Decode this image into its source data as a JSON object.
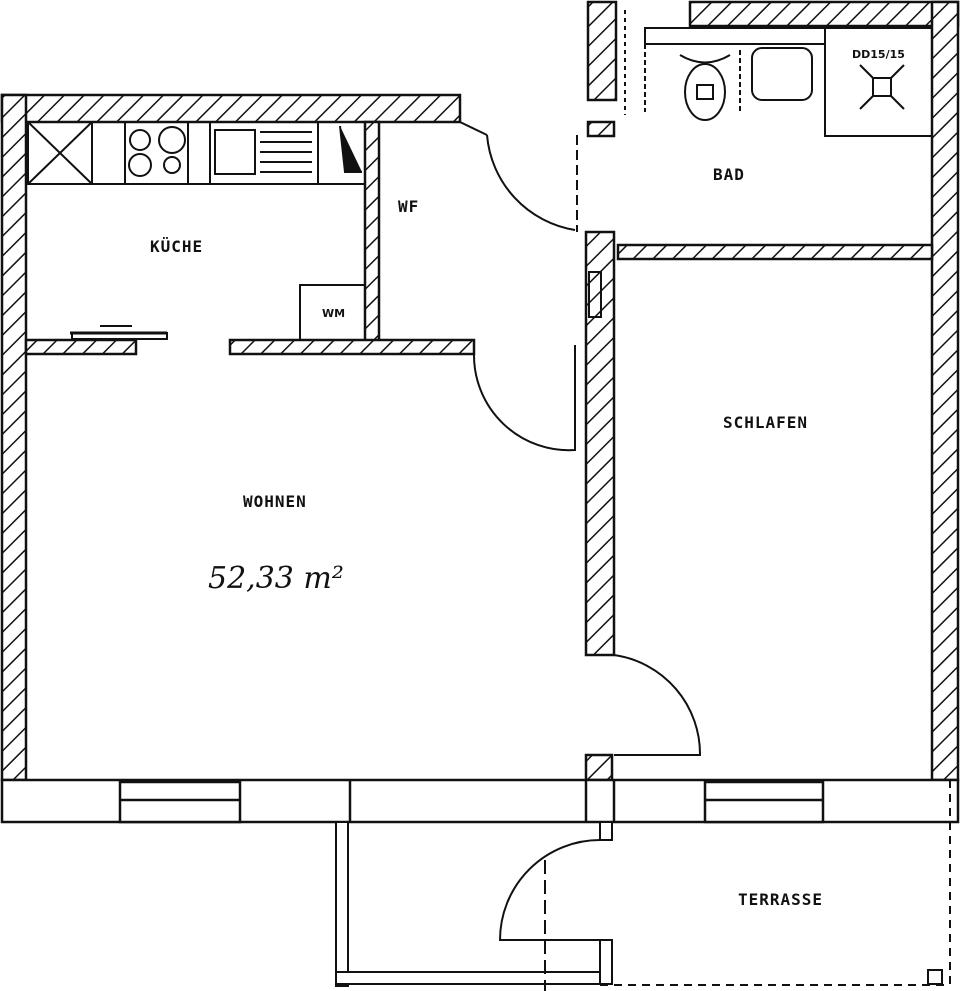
{
  "rooms": {
    "kitchen": "KÜCHE",
    "wf": "WF",
    "wm": "WM",
    "living": "WOHNEN",
    "bath": "BAD",
    "bedroom": "SCHLAFEN",
    "terrace": "TERRASSE"
  },
  "area": "52,33 m²",
  "shower_label": "DD15/15",
  "colors": {
    "ink": "#111111",
    "paper": "#ffffff"
  }
}
